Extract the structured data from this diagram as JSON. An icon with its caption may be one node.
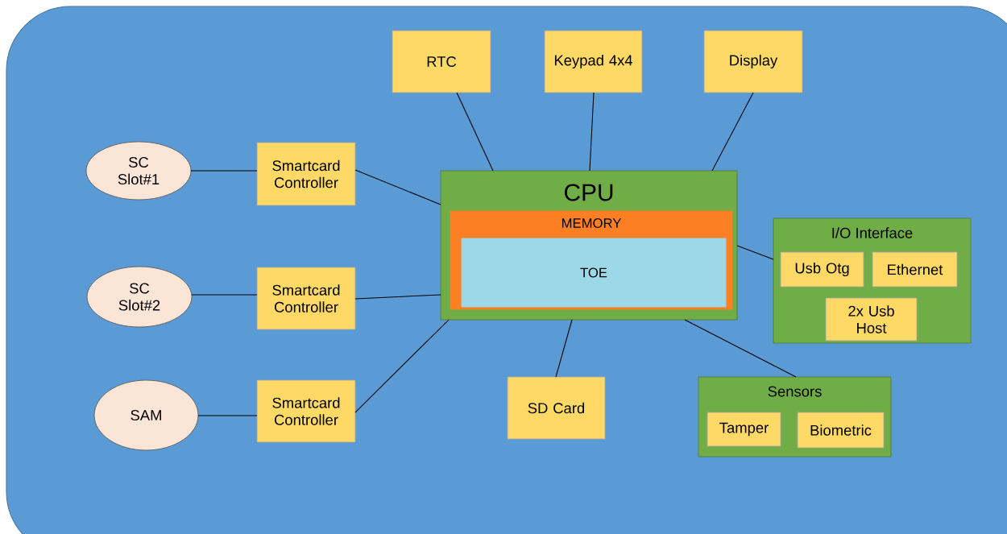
{
  "diagram": {
    "nodes": [
      {
        "text": [
          "RTC"
        ]
      },
      {
        "text": [
          "Keypad 4x4"
        ]
      },
      {
        "text": [
          "Display"
        ]
      },
      {
        "text": [
          "SC Slot#1"
        ]
      },
      {
        "text": [
          "Smartcard Controller"
        ]
      },
      {
        "text": [
          "CPU"
        ]
      },
      {
        "text": [
          "MEMORY"
        ],
        "in": 5
      },
      {
        "text": [
          "TOE"
        ],
        "in": 6
      },
      {
        "text": [
          "I/O Interface"
        ]
      },
      {
        "text": [
          "Usb Otg"
        ],
        "in": 8
      },
      {
        "text": [
          "Ethernet"
        ],
        "in": 8
      },
      {
        "text": [
          "2x Usb Host"
        ],
        "in": 8
      },
      {
        "text": [
          "SC Slot#2"
        ]
      },
      {
        "text": [
          "Smartcard Controller"
        ]
      },
      {
        "text": [
          "SAM"
        ]
      },
      {
        "text": [
          "Smartcard Controller"
        ]
      },
      {
        "text": [
          "SD Card"
        ]
      },
      {
        "text": [
          "Sensors"
        ]
      },
      {
        "text": [
          "Tamper"
        ],
        "in": 17
      },
      {
        "text": [
          "Biometric"
        ],
        "in": 17
      }
    ],
    "edges": [
      {
        "from": 0,
        "to": 5,
        "arrow": "none"
      },
      {
        "from": 1,
        "to": 5,
        "arrow": "none"
      },
      {
        "from": 2,
        "to": 5,
        "arrow": "none"
      },
      {
        "from": 3,
        "to": 4,
        "arrow": "none"
      },
      {
        "from": 4,
        "to": 5,
        "arrow": "none"
      },
      {
        "from": 12,
        "to": 13,
        "arrow": "none"
      },
      {
        "from": 13,
        "to": 5,
        "arrow": "none"
      },
      {
        "from": 14,
        "to": 15,
        "arrow": "none"
      },
      {
        "from": 15,
        "to": 5,
        "arrow": "none"
      },
      {
        "from": 5,
        "to": 16,
        "arrow": "none"
      },
      {
        "from": 5,
        "to": 8,
        "arrow": "none"
      },
      {
        "from": 5,
        "to": 17,
        "arrow": "none"
      }
    ]
  }
}
